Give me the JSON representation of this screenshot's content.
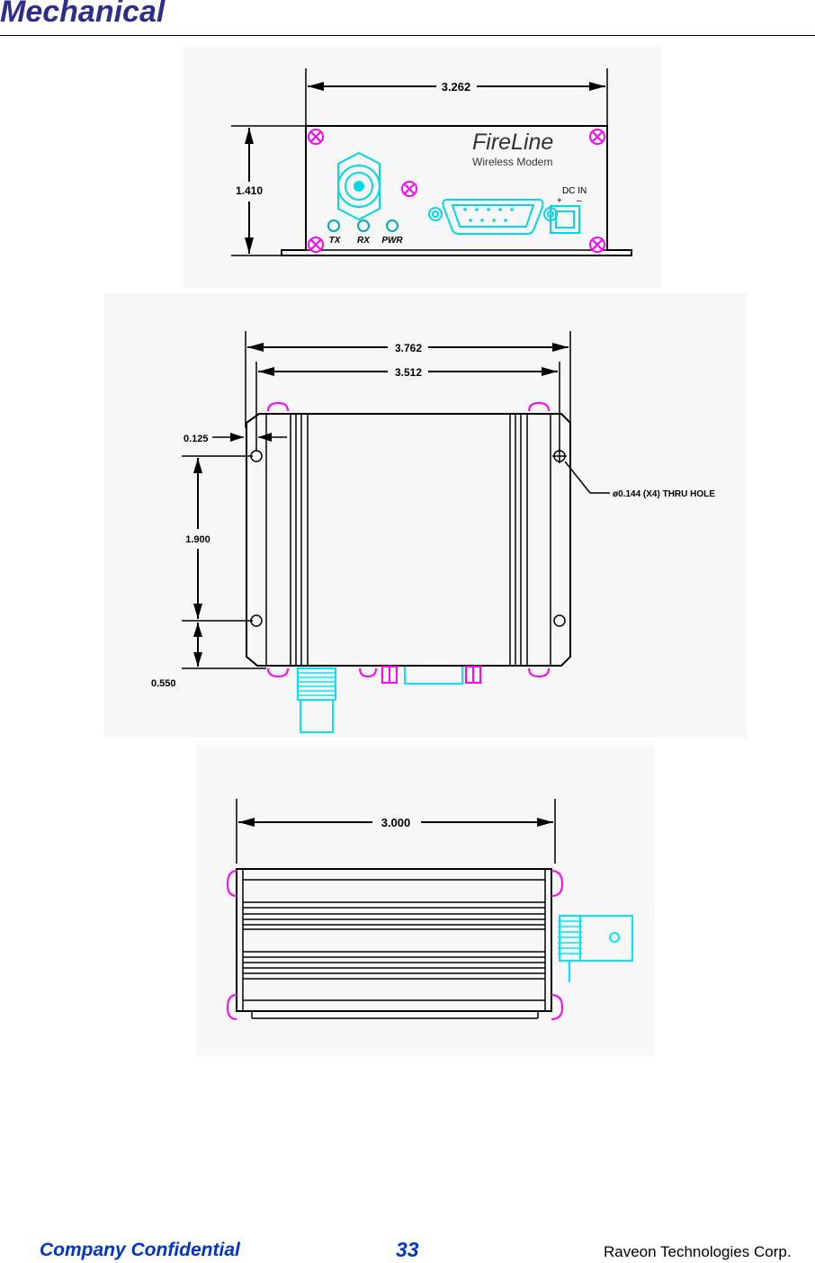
{
  "page": {
    "title": "Mechanical",
    "footer_left": "Company Confidential",
    "page_number": "33",
    "footer_right": "Raveon Technologies Corp."
  },
  "front_view": {
    "width_dim": "3.262",
    "height_dim": "1.410",
    "brand": "FireLine",
    "subtitle": "Wireless Modem",
    "dc_label": "DC IN",
    "dc_plus": "+",
    "dc_minus": "–",
    "led_labels": [
      "TX",
      "RX",
      "PWR"
    ]
  },
  "top_view": {
    "outer_width_dim": "3.762",
    "hole_span_dim": "3.512",
    "edge_offset_dim": "0.125",
    "hole_pitch_dim": "1.900",
    "bottom_offset_dim": "0.550",
    "hole_note": "ø0.144  (X4)  THRU  HOLE"
  },
  "side_view": {
    "length_dim": "3.000"
  },
  "colors": {
    "title": "#2e2e8c",
    "footer_accent": "#0033cc",
    "screws": "#ff00ff",
    "connectors": "#00e5ff",
    "outline": "#000000"
  }
}
